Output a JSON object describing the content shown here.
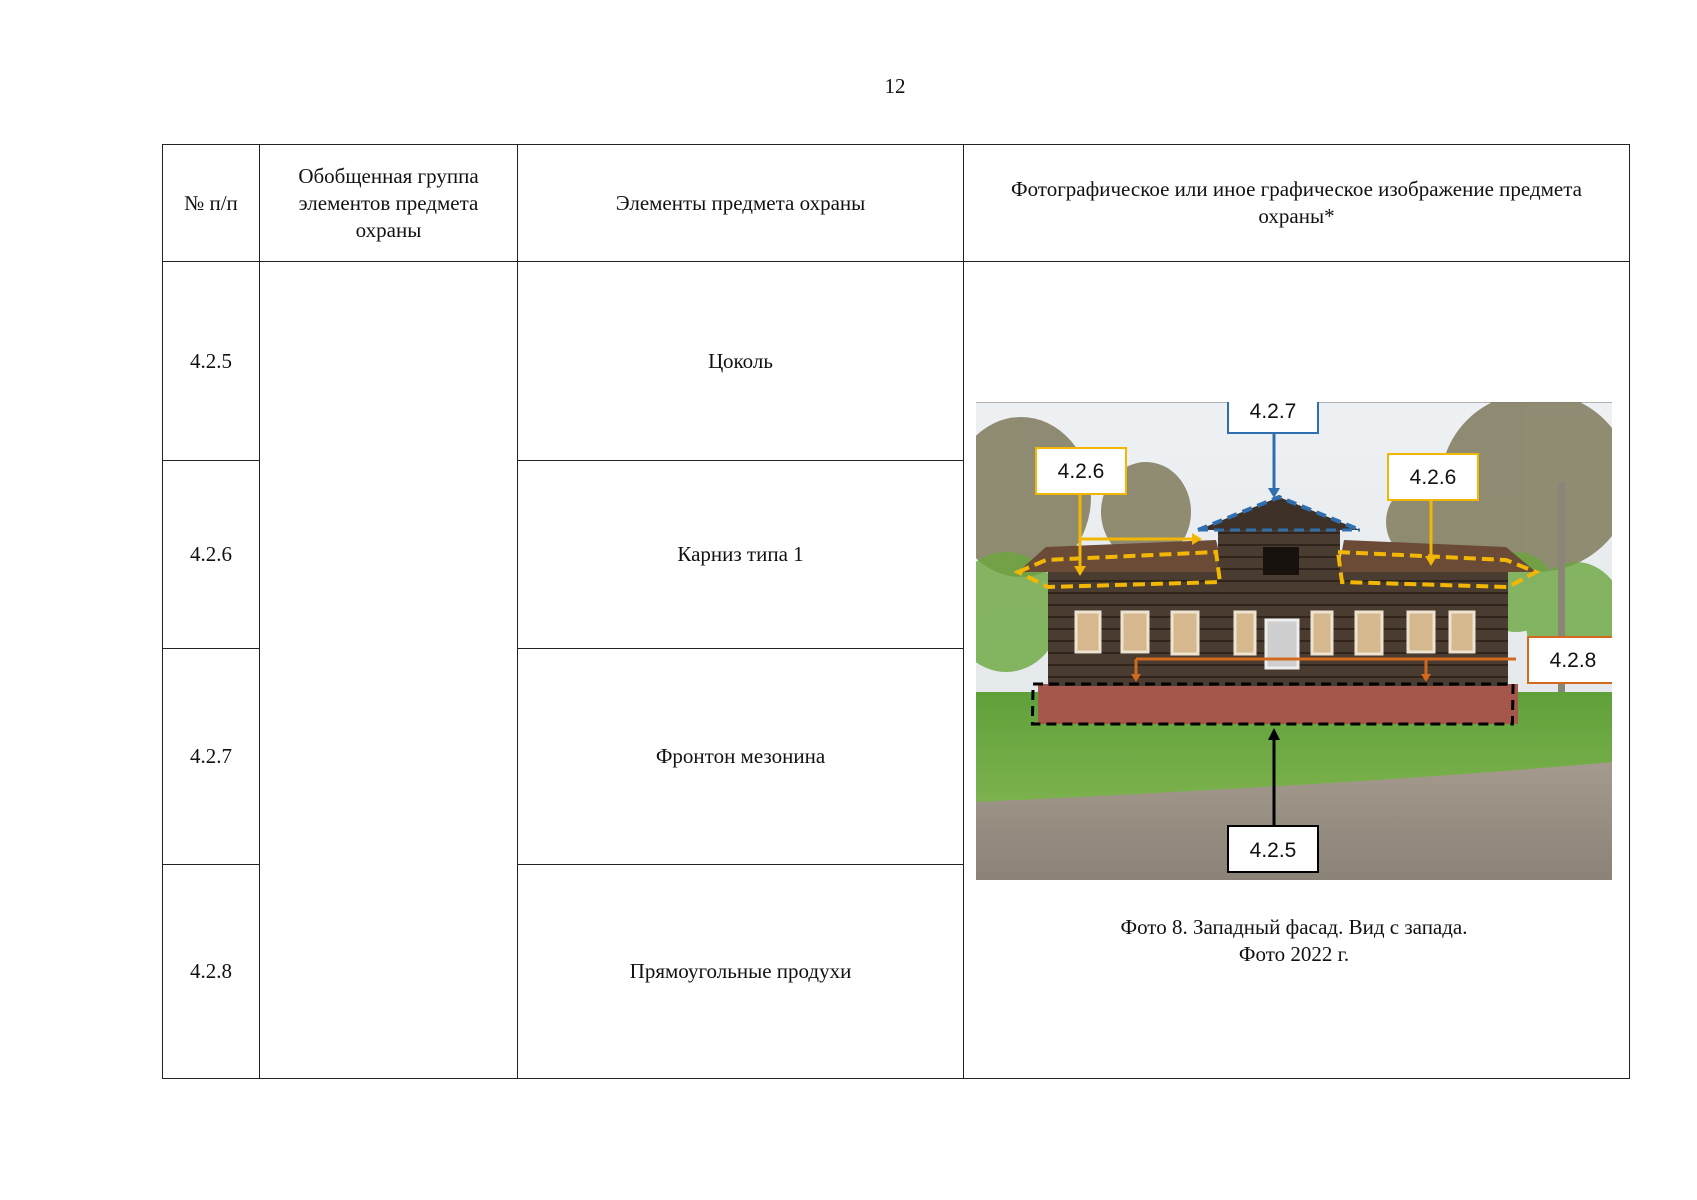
{
  "page_number": "12",
  "table": {
    "headers": {
      "number": "№ п/п",
      "group": "Обобщенная группа элементов предмета охраны",
      "elements": "Элементы предмета охраны",
      "image": "Фотографическое или иное графическое изображение предмета охраны*"
    },
    "rows": [
      {
        "number": "4.2.5",
        "element": "Цоколь"
      },
      {
        "number": "4.2.6",
        "element": "Карниз типа 1"
      },
      {
        "number": "4.2.7",
        "element": "Фронтон мезонина"
      },
      {
        "number": "4.2.8",
        "element": "Прямоугольные продухи"
      }
    ]
  },
  "photo": {
    "callouts": {
      "c425": "4.2.5",
      "c426_left": "4.2.6",
      "c426_right": "4.2.6",
      "c427": "4.2.7",
      "c428": "4.2.8"
    },
    "callout_colors": {
      "c425": "#000000",
      "c426": "#f2b705",
      "c427": "#2f6fb0",
      "c428": "#d2691e"
    },
    "caption_line1": "Фото 8. Западный фасад. Вид с запада.",
    "caption_line2": "Фото 2022 г."
  }
}
